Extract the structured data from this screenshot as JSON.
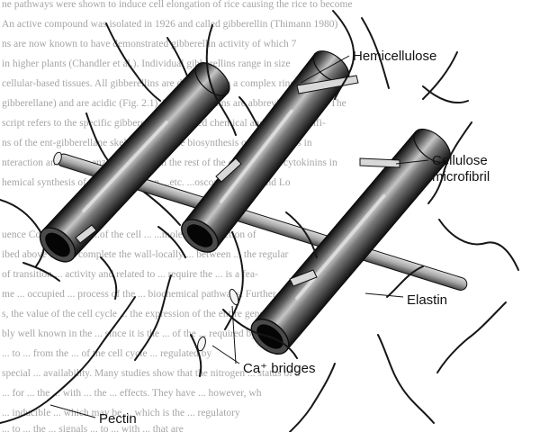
{
  "labels": {
    "hemicellulose": "Hemicellulose",
    "cellulose_line1": "Cellulose",
    "cellulose_line2": "microfibril",
    "elastin": "Elastin",
    "ca_bridges": "Ca⁺ bridges",
    "pectin": "Pectin"
  },
  "background_text": [
    "ne pathways were shown to induce cell elongation of rice causing the rice to become",
    "An active compound was isolated in 1926 and called gibberellin (Thimann 1980)",
    "ns are now known to have demonstrated gibberellin activity of which 7",
    "in higher plants (Chandler et al.). Individual gibberellins range in size",
    "cellular-based tissues. All gibberellins are derived from a complex ringed structure",
    "gibberellane) and are acidic (Fig. 2.1). The gibberellins are abbreviated as GA. The",
    "script refers to the specific gibberellin and related chemical and minor modifi-",
    "ns of the ent-gibberellane skeleton. Both the biosynthesis of gibberellins in",
    "nteraction among the enzymes and with the rest of the cell. Flow of cytokinins in",
    "hemical synthesis of any modification ...etc. ...oscopic ... (Lan and Lo",
    "uence Common dis... ...of the cell ... ...molecule ... fraction of",
    "ibed above do not complete the wall-locally ... between ... the regular",
    "of transition ... activity and related to ... require the ... is a fea-",
    "me ... occupied ... process of the ... biochemical pathways. Further",
    "s, the value of the cell cycle ... the expression of the entire genome. Cons",
    "bly well known in the ... since it is the ... of the ... required by the cell at",
    "... to ... from the ... of the cell cycle ... regulated by",
    "special ... availability. Many studies show that the nitrogen ... status of a",
    "... for ... the ... with ... the ... effects. They have ... however, wh",
    "... inducible ... which may be ... which is the ... regulatory",
    "... to ... the ... signals ... to ... with ... that are"
  ]
}
